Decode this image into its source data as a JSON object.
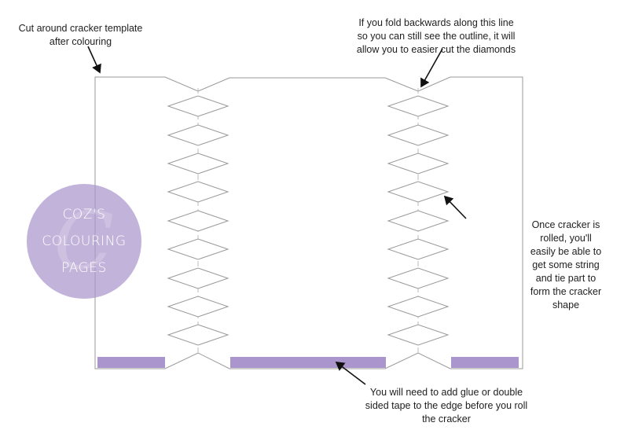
{
  "annotations": {
    "cut": "Cut around cracker template\nafter colouring",
    "fold": "If you fold backwards along this line\nso you can still see the outline, it will\nallow you to easier cut the diamonds",
    "roll": "Once cracker is\nrolled, you'll\neasily be able to\nget some string\nand tie part to\nform the cracker\nshape",
    "glue": "You will need to add glue or double\nsided tape to the edge before you roll\nthe cracker"
  },
  "watermark": {
    "lines": [
      "COZ'S",
      "COLOURING",
      "PAGES"
    ],
    "letter": "C"
  },
  "colors": {
    "outline": "#999999",
    "glue_strip": "#aa96cc",
    "arrow": "#111111",
    "watermark": "#aa96cc"
  }
}
